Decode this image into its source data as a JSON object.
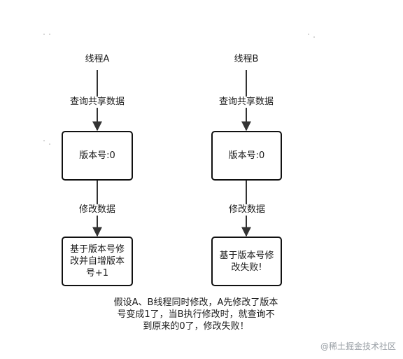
{
  "thread_a": {
    "title": "线程A",
    "query_label": "查询共享数据",
    "version_box": "版本号:0",
    "modify_label": "修改数据",
    "result_lines": [
      "基于版本号修",
      "改并自增版本",
      "号+1"
    ]
  },
  "thread_b": {
    "title": "线程B",
    "query_label": "查询共享数据",
    "version_box": "版本号:0",
    "modify_label": "修改数据",
    "result_lines": [
      "基于版本号修",
      "改失败!"
    ]
  },
  "note_lines": [
    "假设A、B线程同时修改，A先修改了版本",
    "号变成1了，当B执行修改时，就查询不",
    "到原来的0了，修改失败！"
  ],
  "watermark": "@稀土掘金技术社区",
  "colors": {
    "line": "#333333",
    "box_border": "#111111",
    "watermark": "#9aa0a6"
  }
}
